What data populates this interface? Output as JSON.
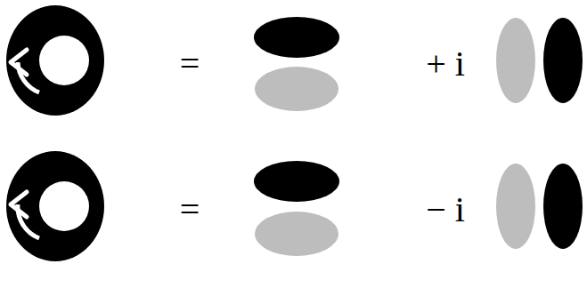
{
  "diagram": {
    "labels": [
      "=",
      "+ i",
      "=",
      "− i"
    ]
  }
}
